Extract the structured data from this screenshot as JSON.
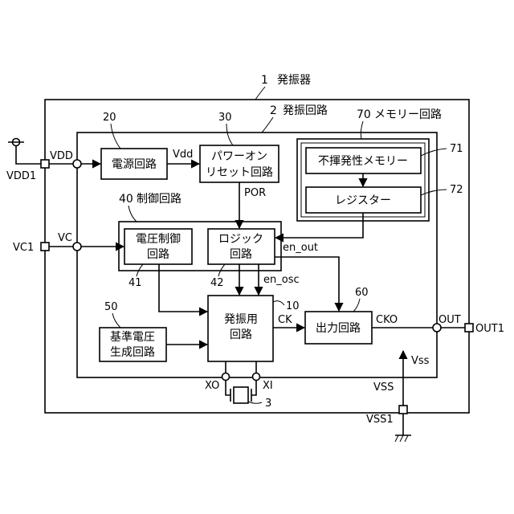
{
  "oscillator": {
    "ref": "1",
    "name": "発振器"
  },
  "oscillator_circuit": {
    "ref": "2",
    "name": "発振回路"
  },
  "memory_circuit": {
    "ref": "70",
    "name": "メモリー回路"
  },
  "control_circuit": {
    "ref": "40",
    "name": "制御回路"
  },
  "power_circuit": {
    "ref": "20",
    "line1": "電源回路"
  },
  "por_circuit": {
    "ref": "30",
    "line1": "パワーオン",
    "line2": "リセット回路"
  },
  "nvm": {
    "ref": "71",
    "line1": "不揮発性メモリー"
  },
  "register": {
    "ref": "72",
    "line1": "レジスター"
  },
  "voltage_control": {
    "ref": "41",
    "line1": "電圧制御",
    "line2": "回路"
  },
  "logic": {
    "ref": "42",
    "line1": "ロジック",
    "line2": "回路"
  },
  "osc_block": {
    "ref": "10",
    "line1": "発振用",
    "line2": "回路"
  },
  "ref_voltage": {
    "ref": "50",
    "line1": "基準電圧",
    "line2": "生成回路"
  },
  "output_circuit": {
    "ref": "60",
    "line1": "出力回路"
  },
  "crystal": {
    "ref": "3"
  },
  "signals": {
    "vdd_internal": "Vdd",
    "por": "POR",
    "en_out": "en_out",
    "en_osc": "en_osc",
    "ck": "CK",
    "cko": "CKO",
    "vss_supply": "Vss"
  },
  "pins": {
    "vdd": "VDD",
    "vdd1": "VDD1",
    "vc": "VC",
    "vc1": "VC1",
    "out": "OUT",
    "out1": "OUT1",
    "vss": "VSS",
    "vss1": "VSS1",
    "xo": "XO",
    "xi": "XI"
  }
}
